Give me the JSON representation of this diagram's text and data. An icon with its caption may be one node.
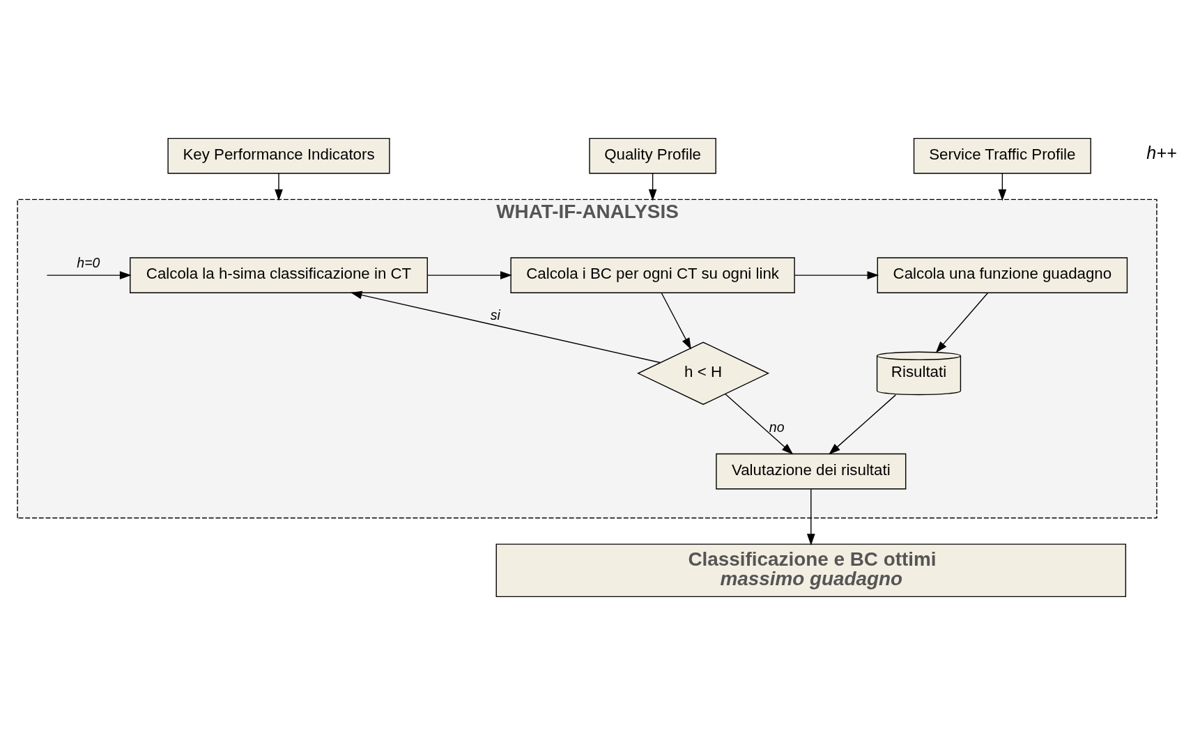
{
  "diagram": {
    "nodes": [
      {
        "text": [
          "Key Performance Indicators"
        ]
      },
      {
        "text": [
          "Quality Profile"
        ]
      },
      {
        "text": [
          "Service Traffic Profile"
        ]
      },
      {
        "text": [
          "WHAT-IF-ANALYSIS"
        ]
      },
      {
        "text": [
          "Calcola la h-sima classificazione in CT"
        ],
        "in": 3
      },
      {
        "text": [
          "Calcola i BC per ogni CT su ogni link"
        ],
        "in": 3
      },
      {
        "text": [
          "Calcola una funzione guadagno"
        ],
        "in": 3
      },
      {
        "text": [
          "h < H"
        ],
        "in": 3
      },
      {
        "text": [
          "Risultati"
        ],
        "in": 3
      },
      {
        "text": [
          "Valutazione dei risultati"
        ],
        "in": 3
      },
      {
        "text": [
          "Classificazione e BC ottimi",
          "massimo guadagno"
        ]
      }
    ],
    "edges": [
      {
        "from": 0,
        "to": 3,
        "arrow": "to"
      },
      {
        "from": 1,
        "to": 3,
        "arrow": "to"
      },
      {
        "from": 2,
        "to": 3,
        "arrow": "to"
      },
      {
        "from": null,
        "to": 4,
        "arrow": "to",
        "label": "h=0"
      },
      {
        "from": 4,
        "to": 5,
        "arrow": "to"
      },
      {
        "from": 5,
        "to": 6,
        "arrow": "to"
      },
      {
        "from": 5,
        "to": 7,
        "arrow": "to"
      },
      {
        "from": 7,
        "to": 4,
        "arrow": "to",
        "label": "si"
      },
      {
        "from": 6,
        "to": 8,
        "arrow": "to"
      },
      {
        "from": 7,
        "to": 9,
        "arrow": "to",
        "label": "no"
      },
      {
        "from": 8,
        "to": 9,
        "arrow": "to"
      },
      {
        "from": 9,
        "to": 10,
        "arrow": "to"
      }
    ],
    "labels": [
      "h++"
    ]
  }
}
